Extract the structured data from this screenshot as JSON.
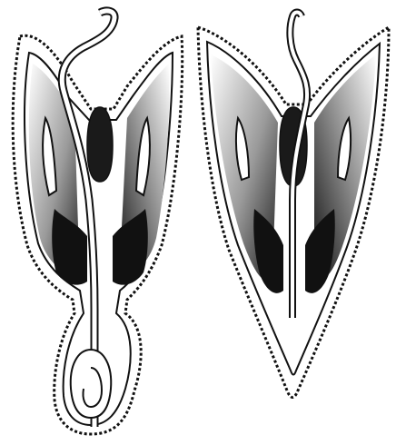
{
  "figure": {
    "panels": [
      {
        "id": "left",
        "subject": "flower-section-with-stalked-ovary"
      },
      {
        "id": "right",
        "subject": "flower-section-sessile-ovary"
      }
    ],
    "colors": {
      "background": "#ffffff",
      "ink": "#111111",
      "shade": "#2a2a2a"
    }
  }
}
